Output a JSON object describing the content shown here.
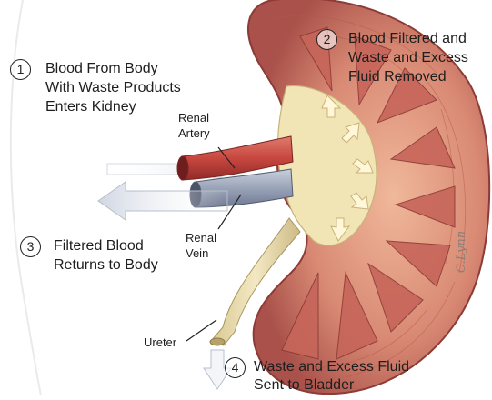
{
  "steps": [
    {
      "number": "1",
      "lines": [
        "Blood From Body",
        "With Waste Products",
        "Enters Kidney"
      ]
    },
    {
      "number": "2",
      "lines": [
        "Blood Filtered and",
        "Waste and Excess",
        "Fluid Removed"
      ]
    },
    {
      "number": "3",
      "lines": [
        "Filtered Blood",
        "Returns to Body"
      ]
    },
    {
      "number": "4",
      "lines": [
        "Waste and Excess Fluid",
        "Sent to Bladder"
      ]
    }
  ],
  "labels": {
    "renal_artery": [
      "Renal",
      "Artery"
    ],
    "renal_vein": [
      "Renal",
      "Vein"
    ],
    "ureter": "Ureter"
  },
  "signature": "C.Lynn",
  "colors": {
    "kidney_outer": "#b55a4e",
    "kidney_inner": "#e8a887",
    "pelvis": "#f1e4b5",
    "artery": "#c8473f",
    "vein": "#9aa4b8",
    "arrow": "#dfe4ee"
  }
}
